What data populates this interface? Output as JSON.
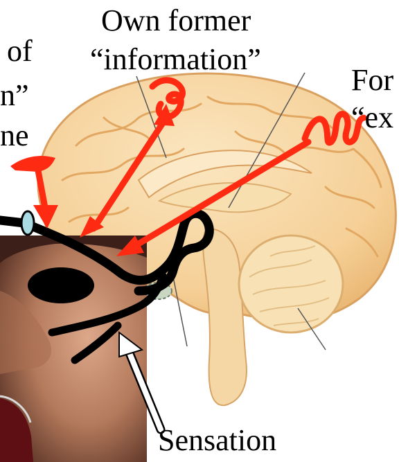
{
  "labels": {
    "own_former_line1": "Own former",
    "own_former_line2": "“information”",
    "left_line1": "of",
    "left_line2": "n”",
    "left_line3": "ne",
    "right_line1": "For",
    "right_line2": "“ex",
    "sensation": "Sensation"
  },
  "colors": {
    "brain_cortex": "#f6d29a",
    "brain_outline": "#d9a060",
    "cerebellum": "#f8e2b5",
    "brainstem": "#f4d7a4",
    "arrow_red": "#ff2a12",
    "arrow_white": "#ffffff",
    "pathway_black": "#000000",
    "face_skin": "#b97e5f",
    "face_bg": "#3b1f18",
    "wine": "#5e0f14"
  },
  "icons": {
    "receptor": "oval-node-icon",
    "sense_organ": "black-oval-icon",
    "input_coil": "red-coil-icon"
  }
}
